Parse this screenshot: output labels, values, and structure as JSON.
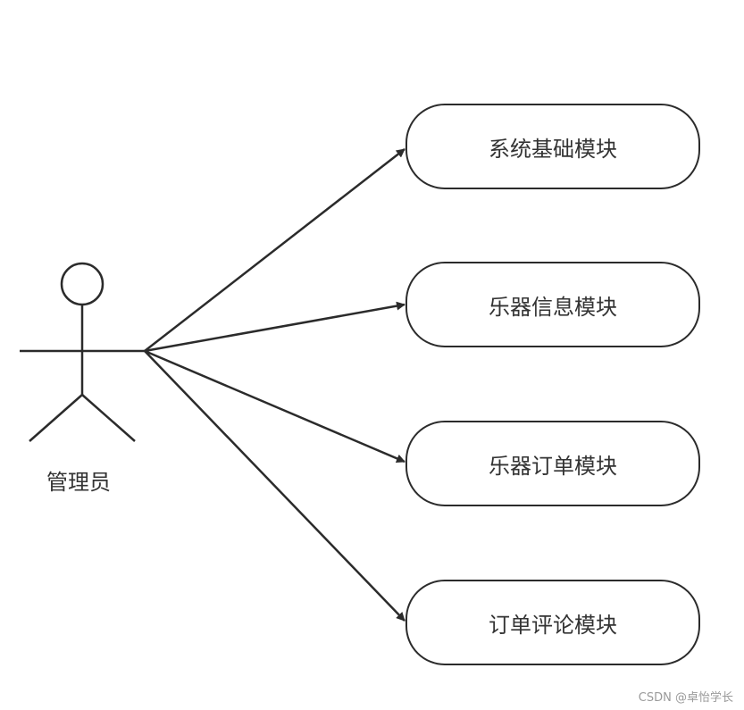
{
  "actor": {
    "label": "管理员"
  },
  "use_cases": [
    {
      "label": "系统基础模块"
    },
    {
      "label": "乐器信息模块"
    },
    {
      "label": "乐器订单模块"
    },
    {
      "label": "订单评论模块"
    }
  ],
  "watermark": "CSDN @卓怡学长",
  "colors": {
    "stroke": "#2b2b2b",
    "text": "#333333",
    "watermark": "#9a9a9a",
    "background": "#ffffff"
  }
}
